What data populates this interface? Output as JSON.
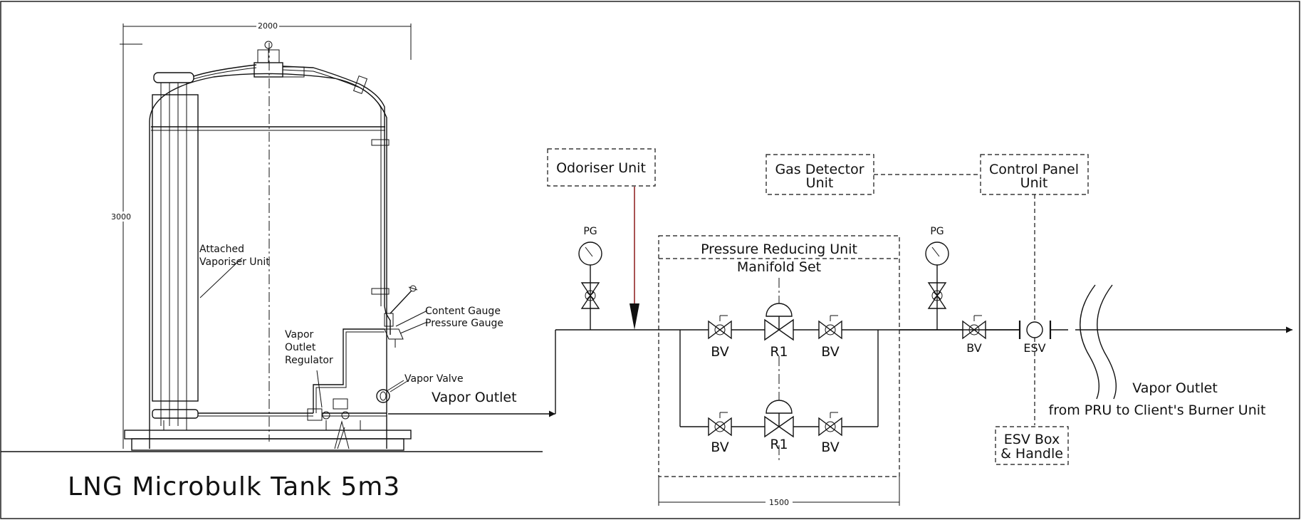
{
  "title": "LNG Microbulk Tank 5m3",
  "tank": {
    "dim_width": "2000",
    "dim_height": "3000",
    "vaporiser_label_1": "Attached",
    "vaporiser_label_2": "Vaporiser Unit",
    "content_gauge": "Content Gauge",
    "pressure_gauge": "Pressure Gauge",
    "regulator_label_1": "Vapor",
    "regulator_label_2": "Outlet",
    "regulator_label_3": "Regulator",
    "vapor_valve": "Vapor Valve",
    "vapor_outlet": "Vapor Outlet"
  },
  "odoriser": "Odoriser Unit",
  "gas_detector_1": "Gas Detector",
  "gas_detector_2": "Unit",
  "control_panel_1": "Control Panel",
  "control_panel_2": "Unit",
  "pru": {
    "title_1": "Pressure Reducing Unit",
    "title_2": "Manifold Set",
    "dim": "1500",
    "bv": "BV",
    "r1": "R1"
  },
  "pg": "PG",
  "bv": "BV",
  "esv": "ESV",
  "esv_box_1": "ESV Box",
  "esv_box_2": "& Handle",
  "outlet_1": "Vapor Outlet",
  "outlet_2": "from PRU to Client's Burner Unit",
  "colors": {
    "line": "#111111",
    "odoriser_line": "#8b1a1a",
    "background": "#ffffff"
  }
}
